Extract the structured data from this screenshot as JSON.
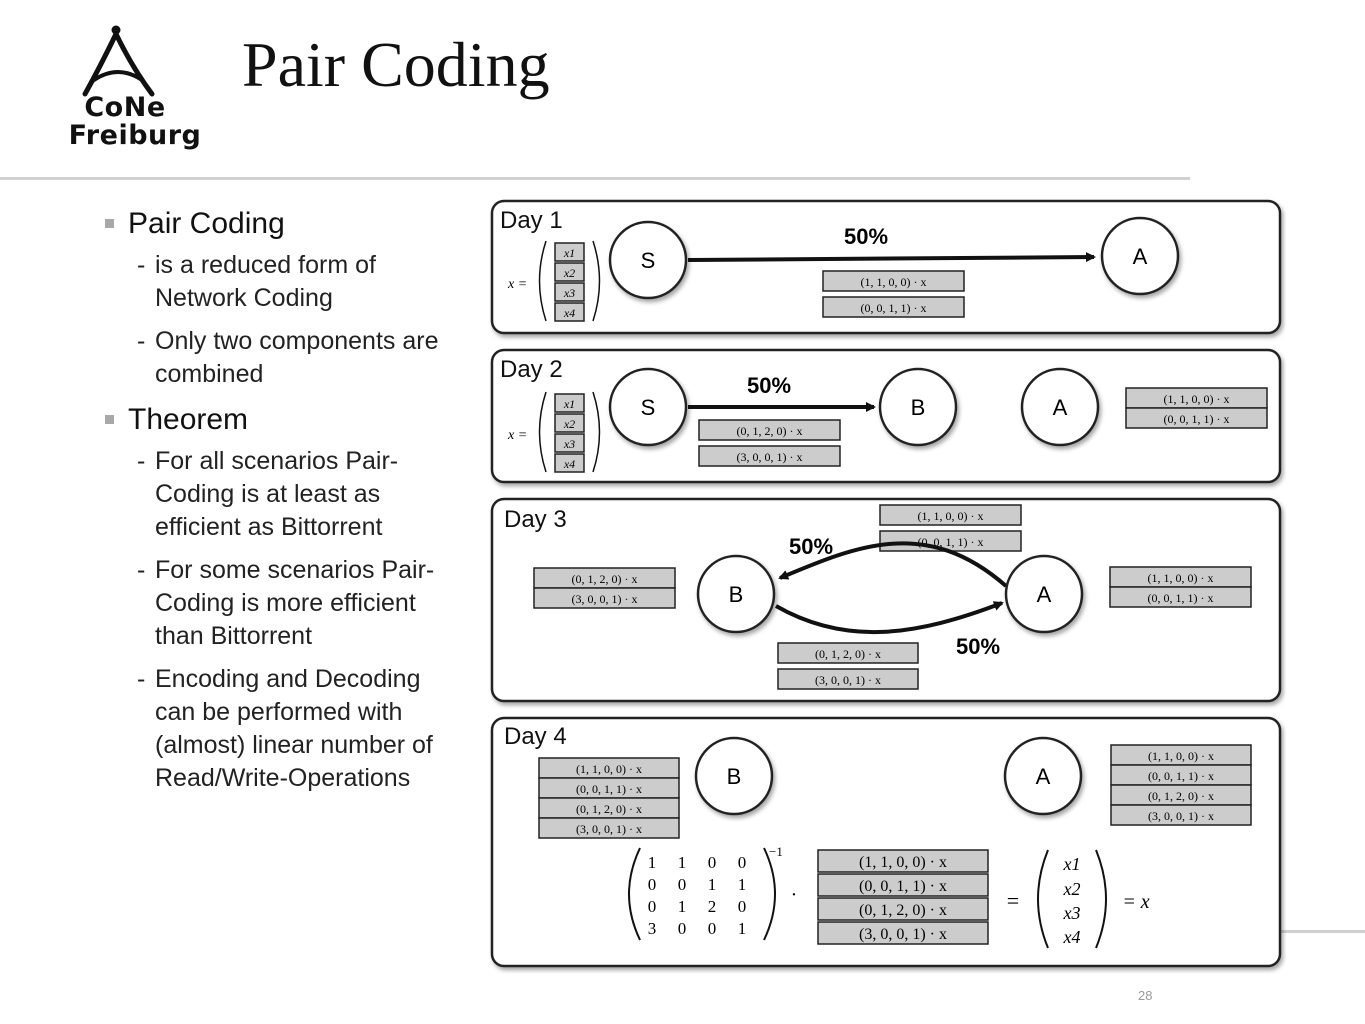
{
  "logo": {
    "line1": "CoNe",
    "line2": "Freiburg"
  },
  "title": "Pair Coding",
  "bullets": [
    {
      "text": "Pair Coding",
      "subs": [
        "is a reduced form of Network Coding",
        "Only two components are combined"
      ]
    },
    {
      "text": "Theorem",
      "subs": [
        "For all scenarios Pair-Coding is at least as efficient as Bittorrent",
        "For some scenarios Pair-Coding is more efficient than Bittorrent",
        "Encoding and Decoding can be performed with (almost) linear number of Read/Write-Operations"
      ]
    }
  ],
  "sub_marker": "-",
  "diagram": {
    "percent": "50%",
    "nodes": {
      "S": "S",
      "A": "A",
      "B": "B"
    },
    "x_label": "x =",
    "x_components": [
      "x1",
      "x2",
      "x3",
      "x4"
    ],
    "days": [
      "Day 1",
      "Day 2",
      "Day 3",
      "Day 4"
    ],
    "packets": {
      "p1100": "(1, 1, 0, 0) · x",
      "p0011": "(0, 0, 1, 1) · x",
      "p0120": "(0, 1, 2, 0) · x",
      "p3001": "(3, 0, 0, 1) · x"
    },
    "matrix_rows": [
      [
        "1",
        "1",
        "0",
        "0"
      ],
      [
        "0",
        "0",
        "1",
        "1"
      ],
      [
        "0",
        "1",
        "2",
        "0"
      ],
      [
        "3",
        "0",
        "0",
        "1"
      ]
    ],
    "matrix_exponent": "−1",
    "dot": "·",
    "equals": "=",
    "result_x": "= x"
  },
  "page_number": "28"
}
